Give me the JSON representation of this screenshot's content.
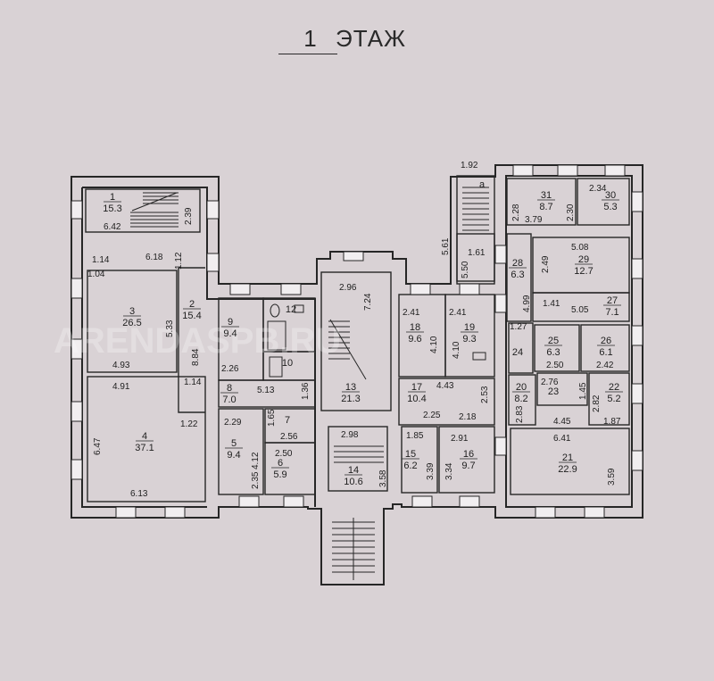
{
  "floor": {
    "number": "1",
    "word": "ЭТАЖ"
  },
  "watermark": "ARENDASPB.RU",
  "rooms": [
    {
      "no": "1",
      "area": "15.3"
    },
    {
      "no": "2",
      "area": "15.4"
    },
    {
      "no": "3",
      "area": "26.5"
    },
    {
      "no": "4",
      "area": "37.1"
    },
    {
      "no": "5",
      "area": "9.4"
    },
    {
      "no": "6",
      "area": "5.9"
    },
    {
      "no": "7",
      "area": ""
    },
    {
      "no": "8",
      "area": "7.0"
    },
    {
      "no": "9",
      "area": "9.4"
    },
    {
      "no": "10",
      "area": ""
    },
    {
      "no": "12",
      "area": ""
    },
    {
      "no": "13",
      "area": "21.3"
    },
    {
      "no": "14",
      "area": "10.6"
    },
    {
      "no": "15",
      "area": "6.2"
    },
    {
      "no": "16",
      "area": "9.7"
    },
    {
      "no": "17",
      "area": "10.4"
    },
    {
      "no": "18",
      "area": "9.6"
    },
    {
      "no": "19",
      "area": "9.3"
    },
    {
      "no": "20",
      "area": "8.2"
    },
    {
      "no": "21",
      "area": "22.9"
    },
    {
      "no": "22",
      "area": "5.2"
    },
    {
      "no": "23",
      "area": ""
    },
    {
      "no": "24",
      "area": ""
    },
    {
      "no": "25",
      "area": "6.3"
    },
    {
      "no": "26",
      "area": "6.1"
    },
    {
      "no": "27",
      "area": "7.1"
    },
    {
      "no": "28",
      "area": "6.3"
    },
    {
      "no": "29",
      "area": "12.7"
    },
    {
      "no": "30",
      "area": "5.3"
    },
    {
      "no": "31",
      "area": "8.7"
    },
    {
      "no": "а",
      "area": ""
    }
  ],
  "dimensions": {
    "d1": "6.42",
    "d2": "2.39",
    "d3": "1.14",
    "d4": "6.18",
    "d5": "1.12",
    "d6": "1.04",
    "d7": "5.33",
    "d8": "4.93",
    "d9": "8.84",
    "d10": "4.91",
    "d11": "1.14",
    "d12": "6.47",
    "d13": "1.22",
    "d14": "6.13",
    "d15": "2.26",
    "d16": "5.13",
    "d17": "1.36",
    "d18": "2.29",
    "d19": "1.65",
    "d20": "2.56",
    "d21": "4.12",
    "d22": "2.50",
    "d23": "2.35",
    "d24": "2.96",
    "d25": "7.24",
    "d26": "2.98",
    "d27": "3.58",
    "d28": "1.92",
    "d29": "5.61",
    "d30": "5.50",
    "d31": "1.61",
    "d32": "2.41",
    "d33": "2.41",
    "d34": "4.10",
    "d35": "4.10",
    "d36": "4.43",
    "d37": "2.53",
    "d38": "2.25",
    "d39": "2.18",
    "d40": "1.85",
    "d41": "2.91",
    "d42": "3.39",
    "d43": "3.34",
    "d44": "2.34",
    "d45": "2.28",
    "d46": "3.79",
    "d47": "2.30",
    "d48": "5.08",
    "d49": "2.49",
    "d50": "4.99",
    "d51": "1.41",
    "d52": "5.05",
    "d53": "1.27",
    "d54": "2.50",
    "d55": "2.42",
    "d56": "2.76",
    "d57": "1.45",
    "d58": "2.82",
    "d59": "2.83",
    "d60": "4.45",
    "d61": "1.87",
    "d62": "6.41",
    "d63": "3.59"
  },
  "colors": {
    "wall": "#262626",
    "paper": "#d9d2d5",
    "window": "#f1eef0"
  }
}
